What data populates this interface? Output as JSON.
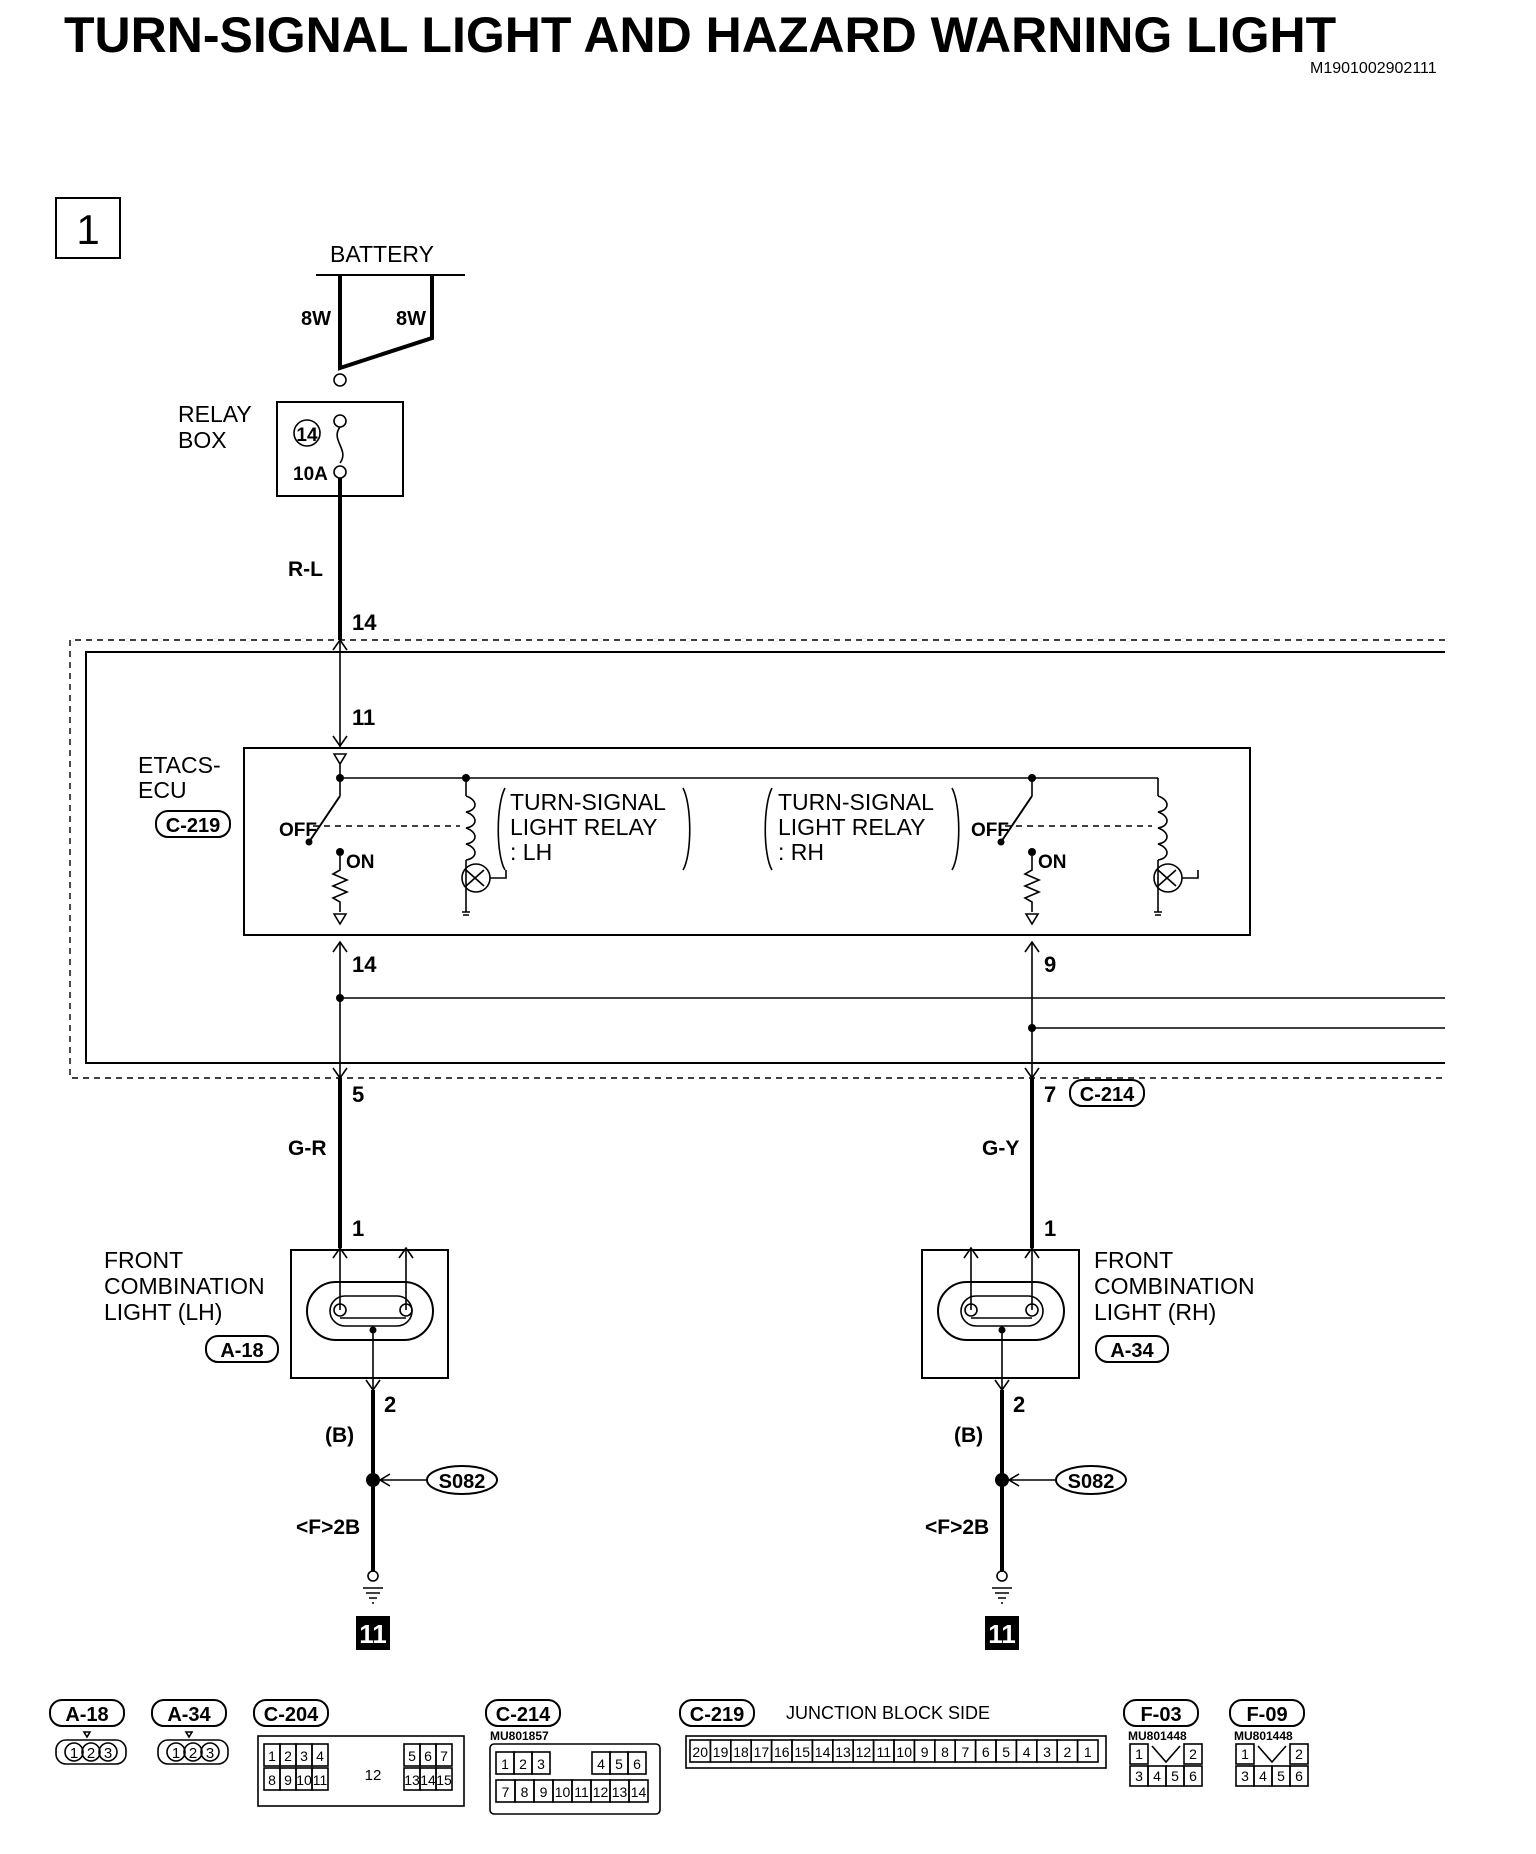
{
  "title": "TURN-SIGNAL LIGHT AND HAZARD WARNING LIGHT",
  "doc_code": "M1901002902111",
  "page_number": "1",
  "battery": {
    "label": "BATTERY",
    "wire_left": "8W",
    "wire_right": "8W"
  },
  "relay_box": {
    "label_line1": "RELAY",
    "label_line2": "BOX",
    "fuse_no": "14",
    "fuse_rating": "10A"
  },
  "wire_rl": "R-L",
  "pins": {
    "p14_top": "14",
    "p11": "11",
    "p14_out": "14",
    "p9": "9",
    "p5": "5",
    "p7": "7",
    "lh_1": "1",
    "rh_1": "1",
    "lh_2": "2",
    "rh_2": "2"
  },
  "etacs": {
    "line1": "ETACS-",
    "line2": "ECU",
    "connector": "C-219"
  },
  "relay_lh": {
    "line1": "TURN-SIGNAL",
    "line2": "LIGHT RELAY",
    "line3": ": LH"
  },
  "relay_rh": {
    "line1": "TURN-SIGNAL",
    "line2": "LIGHT RELAY",
    "line3": ": RH"
  },
  "switch": {
    "off": "OFF",
    "on": "ON"
  },
  "connector_c214": "C-214",
  "wires": {
    "lh": "G-R",
    "rh": "G-Y",
    "ground": "(B)",
    "ground2": "<F>2B"
  },
  "front_lh": {
    "line1": "FRONT",
    "line2": "COMBINATION",
    "line3": "LIGHT (LH)",
    "connector": "A-18"
  },
  "front_rh": {
    "line1": "FRONT",
    "line2": "COMBINATION",
    "line3": "LIGHT (RH)",
    "connector": "A-34"
  },
  "splice": "S082",
  "ground_ref": "11",
  "connectors_row": {
    "a18": {
      "name": "A-18",
      "pins": [
        "1",
        "2",
        "3"
      ]
    },
    "a34": {
      "name": "A-34",
      "pins": [
        "1",
        "2",
        "3"
      ]
    },
    "c204": {
      "name": "C-204",
      "top": [
        "1",
        "2",
        "3",
        "4",
        "5",
        "6",
        "7"
      ],
      "bottom": [
        "8",
        "9",
        "10",
        "11",
        "13",
        "14",
        "15"
      ],
      "center": "12"
    },
    "c214": {
      "name": "C-214",
      "part": "MU801857",
      "top": [
        "1",
        "2",
        "3",
        "4",
        "5",
        "6"
      ],
      "bottom": [
        "7",
        "8",
        "9",
        "10",
        "11",
        "12",
        "13",
        "14"
      ]
    },
    "c219": {
      "name": "C-219",
      "note": "JUNCTION BLOCK SIDE",
      "pins": [
        "20",
        "19",
        "18",
        "17",
        "16",
        "15",
        "14",
        "13",
        "12",
        "11",
        "10",
        "9",
        "8",
        "7",
        "6",
        "5",
        "4",
        "3",
        "2",
        "1"
      ]
    },
    "f03": {
      "name": "F-03",
      "part": "MU801448",
      "top": [
        "1",
        "2"
      ],
      "bottom": [
        "3",
        "4",
        "5",
        "6"
      ]
    },
    "f09": {
      "name": "F-09",
      "part": "MU801448",
      "top": [
        "1",
        "2"
      ],
      "bottom": [
        "3",
        "4",
        "5",
        "6"
      ]
    }
  }
}
